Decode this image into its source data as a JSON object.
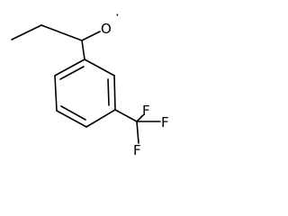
{
  "molecule": {
    "atoms": {
      "oxygen": {
        "symbol": "O",
        "radical_dot": "·"
      },
      "fluorine_top": {
        "symbol": "F"
      },
      "fluorine_right": {
        "symbol": "F"
      },
      "fluorine_bottom": {
        "symbol": "F"
      }
    },
    "colors": {
      "bond": "#000000",
      "text": "#000000",
      "background": "#ffffff"
    }
  }
}
